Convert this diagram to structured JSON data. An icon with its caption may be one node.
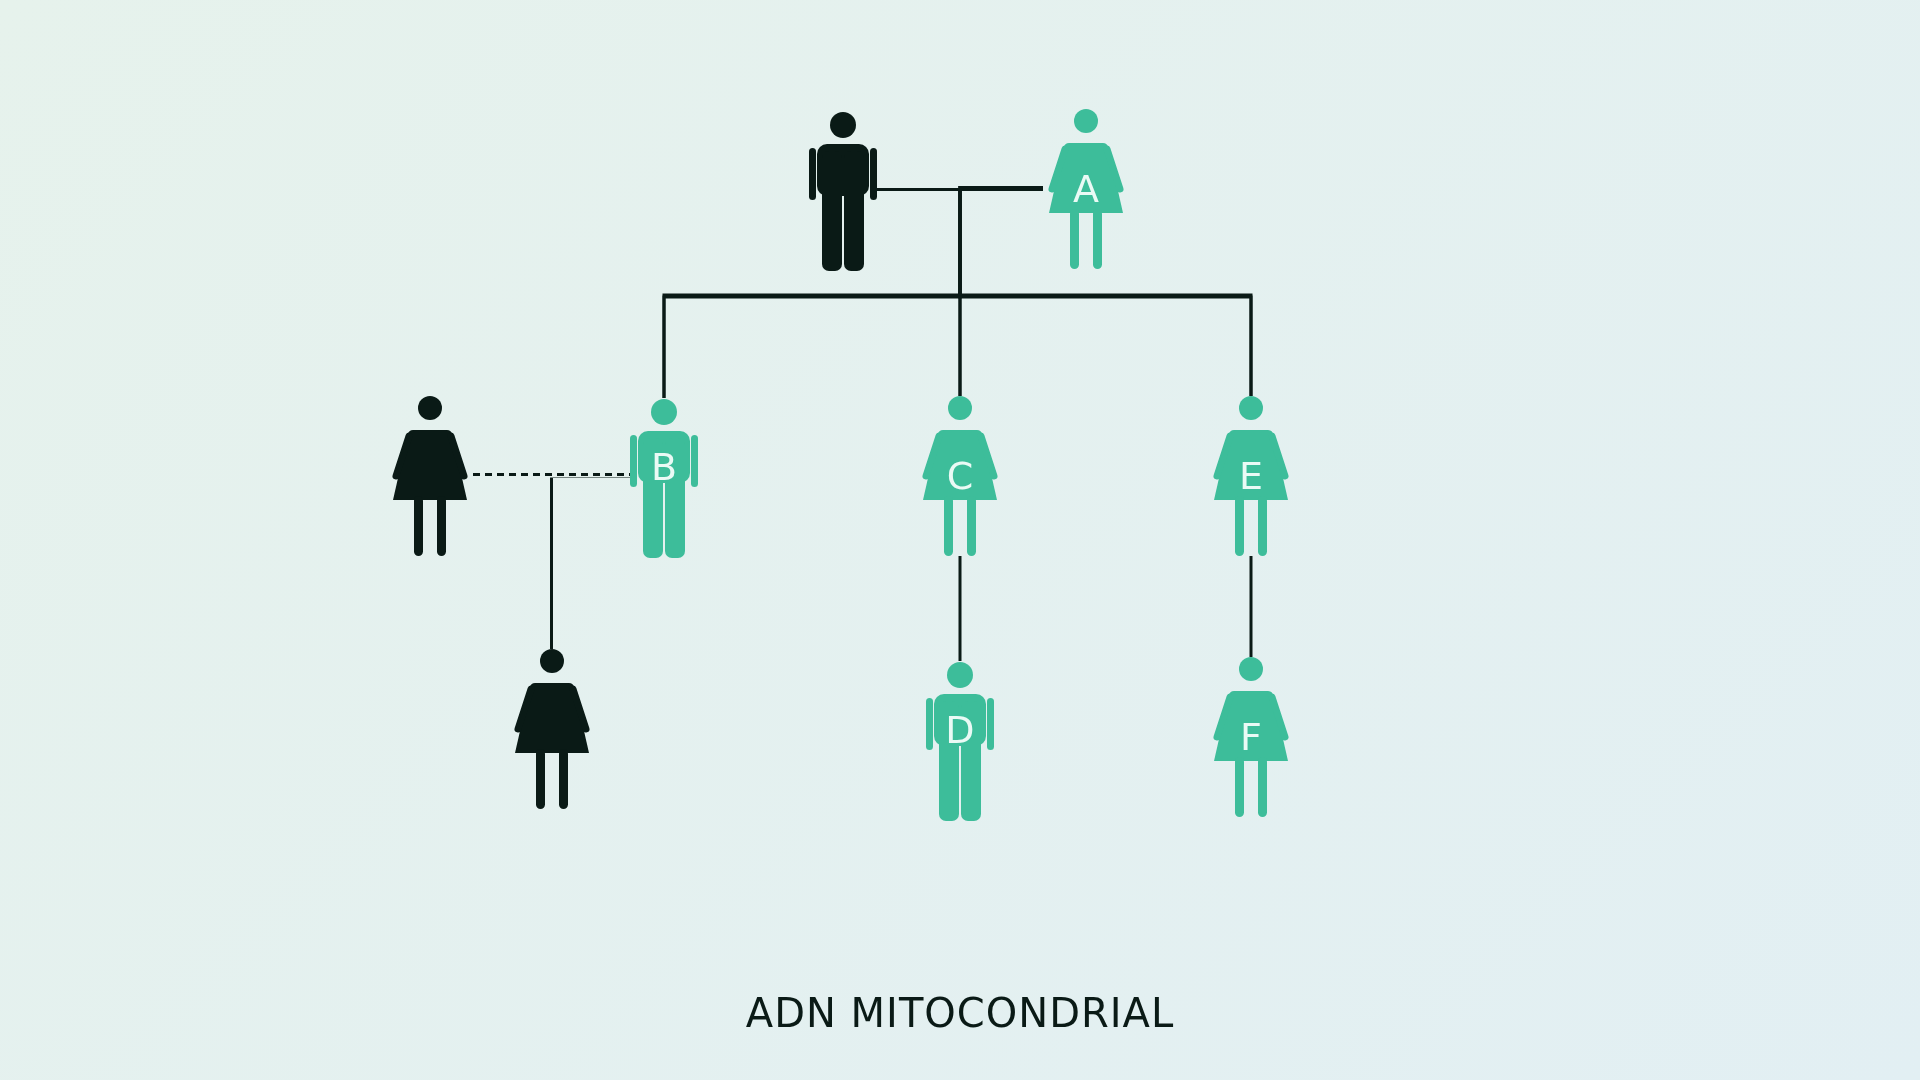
{
  "diagram": {
    "caption": "ADN MITOCONDRIAL",
    "nodes": [
      {
        "text": [],
        "shape": "person"
      },
      {
        "text": [
          "A"
        ]
      },
      {
        "text": [],
        "shape": "person"
      },
      {
        "text": [
          "B"
        ]
      },
      {
        "text": [
          "C"
        ]
      },
      {
        "text": [
          "E"
        ]
      },
      {
        "text": [],
        "shape": "person"
      },
      {
        "text": [
          "D"
        ]
      },
      {
        "text": [
          "F"
        ]
      }
    ],
    "edges": [
      {
        "from": 0,
        "to": 1,
        "arrow": "none"
      },
      {
        "from": 0,
        "to": 3,
        "arrow": "none"
      },
      {
        "from": 1,
        "to": 3,
        "arrow": "none"
      },
      {
        "from": 0,
        "to": 4,
        "arrow": "none"
      },
      {
        "from": 1,
        "to": 4,
        "arrow": "none"
      },
      {
        "from": 0,
        "to": 5,
        "arrow": "none"
      },
      {
        "from": 1,
        "to": 5,
        "arrow": "none"
      },
      {
        "from": 2,
        "to": 3,
        "arrow": "none",
        "style": "dashed"
      },
      {
        "from": 2,
        "to": 6,
        "arrow": "none"
      },
      {
        "from": 3,
        "to": 6,
        "arrow": "none"
      },
      {
        "from": 4,
        "to": 7,
        "arrow": "none"
      },
      {
        "from": 5,
        "to": 8,
        "arrow": "none"
      }
    ]
  }
}
